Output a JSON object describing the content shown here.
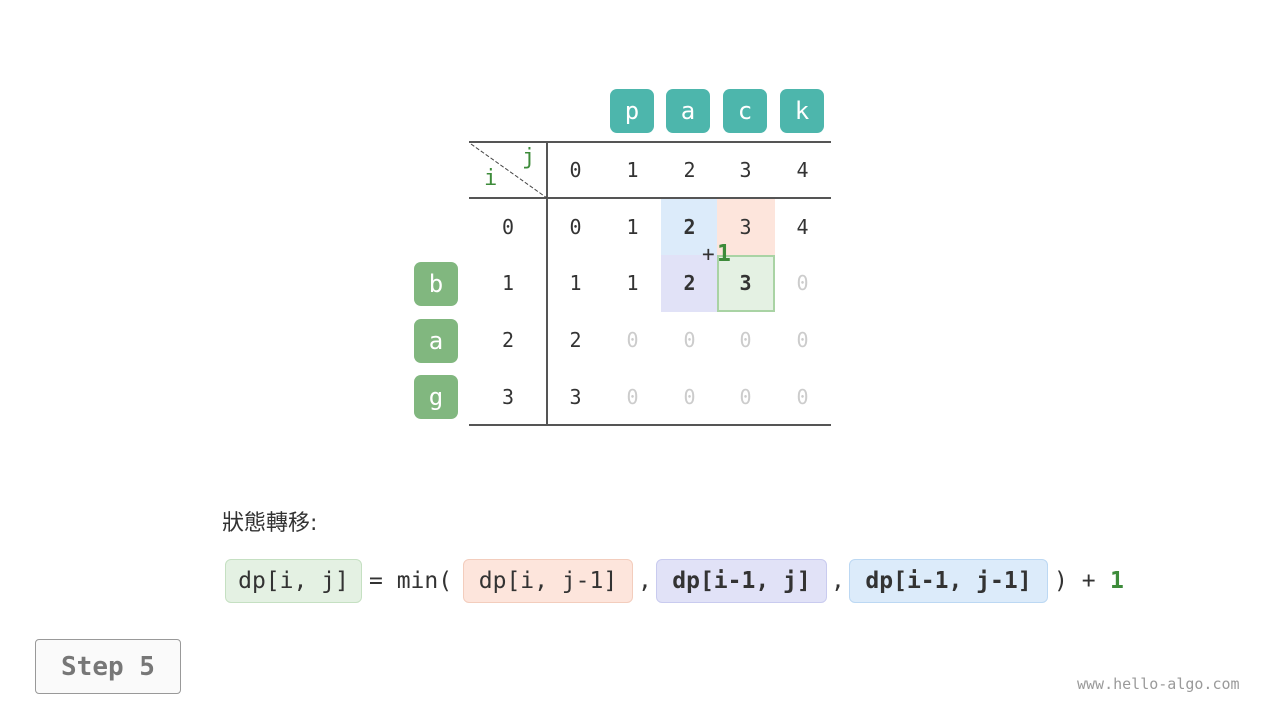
{
  "diagram": {
    "top_letters": [
      "p",
      "a",
      "c",
      "k"
    ],
    "left_letters": [
      "b",
      "a",
      "g"
    ],
    "corner": {
      "col_label": "j",
      "row_label": "i"
    },
    "col_indices": [
      "0",
      "1",
      "2",
      "3",
      "4"
    ],
    "row_indices": [
      "0",
      "1",
      "2",
      "3"
    ],
    "grid": [
      [
        "0",
        "1",
        "2",
        "3",
        "4"
      ],
      [
        "1",
        "1",
        "2",
        "3",
        "0"
      ],
      [
        "2",
        "0",
        "0",
        "0",
        "0"
      ],
      [
        "3",
        "0",
        "0",
        "0",
        "0"
      ]
    ],
    "annotation": {
      "plus": "+",
      "value": "1"
    },
    "colors": {
      "teal_tag": "#4db6ac",
      "green_tag": "#81b77f",
      "blue_cell": "#dcebfa",
      "red_cell": "#fde5dc",
      "purple_cell": "#e1e2f7",
      "green_cell": "#e4f1e3",
      "accent_green_text": "#3d8b3a"
    }
  },
  "formula": {
    "title": "狀態轉移:",
    "target": "dp[i, j]",
    "equals": "= min(",
    "term1": "dp[i, j-1]",
    "comma1": ",",
    "term2": "dp[i-1, j]",
    "comma2": ",",
    "term3": "dp[i-1, j-1]",
    "close": ") +",
    "plus_value": "1"
  },
  "step_button": {
    "label": "Step 5"
  },
  "watermark": "www.hello-algo.com"
}
